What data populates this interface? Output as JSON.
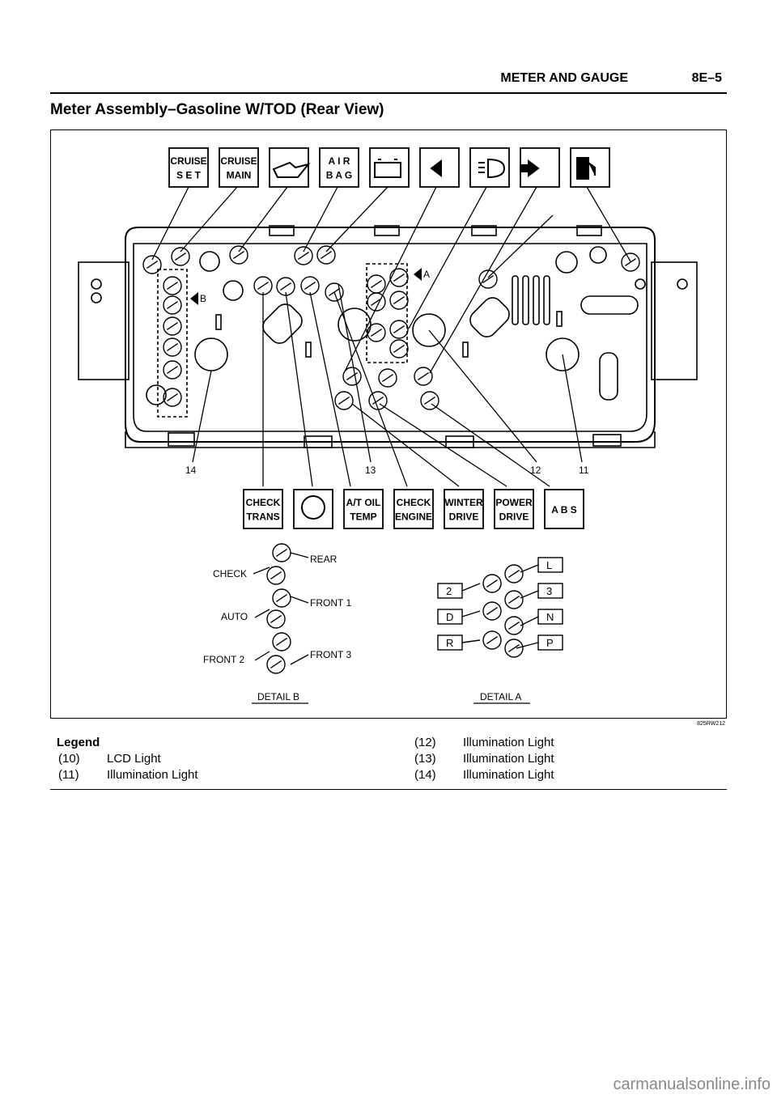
{
  "header": {
    "section": "METER AND GAUGE",
    "page": "8E–5"
  },
  "title": "Meter Assembly–Gasoline W/TOD (Rear View)",
  "figure": {
    "code": "825RW212",
    "top_symbols": [
      {
        "id": "cruise-set",
        "l1": "CRUISE",
        "l2": "S E T"
      },
      {
        "id": "cruise-main",
        "l1": "CRUISE",
        "l2": "MAIN"
      },
      {
        "id": "oil-can",
        "l1": "",
        "l2": ""
      },
      {
        "id": "air-bag",
        "l1": "A I R",
        "l2": "B A G"
      },
      {
        "id": "battery",
        "l1": "",
        "l2": ""
      },
      {
        "id": "left-arrow",
        "l1": "",
        "l2": ""
      },
      {
        "id": "headlight",
        "l1": "",
        "l2": ""
      },
      {
        "id": "right-arrow",
        "l1": "",
        "l2": ""
      },
      {
        "id": "fuel-pump",
        "l1": "",
        "l2": ""
      }
    ],
    "bottom_symbols": [
      {
        "id": "check-trans",
        "l1": "CHECK",
        "l2": "TRANS"
      },
      {
        "id": "brake",
        "l1": "",
        "l2": ""
      },
      {
        "id": "at-oil-temp",
        "l1": "A/T OIL",
        "l2": "TEMP"
      },
      {
        "id": "check-engine",
        "l1": "CHECK",
        "l2": "ENGINE"
      },
      {
        "id": "winter-drive",
        "l1": "WINTER",
        "l2": "DRIVE"
      },
      {
        "id": "power-drive",
        "l1": "POWER",
        "l2": "DRIVE"
      },
      {
        "id": "abs",
        "l1": "A B S",
        "l2": ""
      }
    ],
    "callouts": {
      "n14": "14",
      "n13": "13",
      "n12": "12",
      "n11": "11",
      "a": "A",
      "b": "B"
    },
    "detail_b": {
      "title": "DETAIL B",
      "check": "CHECK",
      "auto": "AUTO",
      "front2": "FRONT 2",
      "rear": "REAR",
      "front1": "FRONT 1",
      "front3": "FRONT 3"
    },
    "detail_a": {
      "title": "DETAIL A",
      "l": "L",
      "two": "2",
      "three": "3",
      "d": "D",
      "n": "N",
      "r": "R",
      "p": "P"
    }
  },
  "legend": {
    "heading": "Legend",
    "items": [
      {
        "num": "(10)",
        "label": "LCD Light"
      },
      {
        "num": "(11)",
        "label": "Illumination Light"
      },
      {
        "num": "(12)",
        "label": "Illumination Light"
      },
      {
        "num": "(13)",
        "label": "Illumination Light"
      },
      {
        "num": "(14)",
        "label": "Illumination Light"
      }
    ]
  },
  "watermark": "carmanualsonline.info"
}
